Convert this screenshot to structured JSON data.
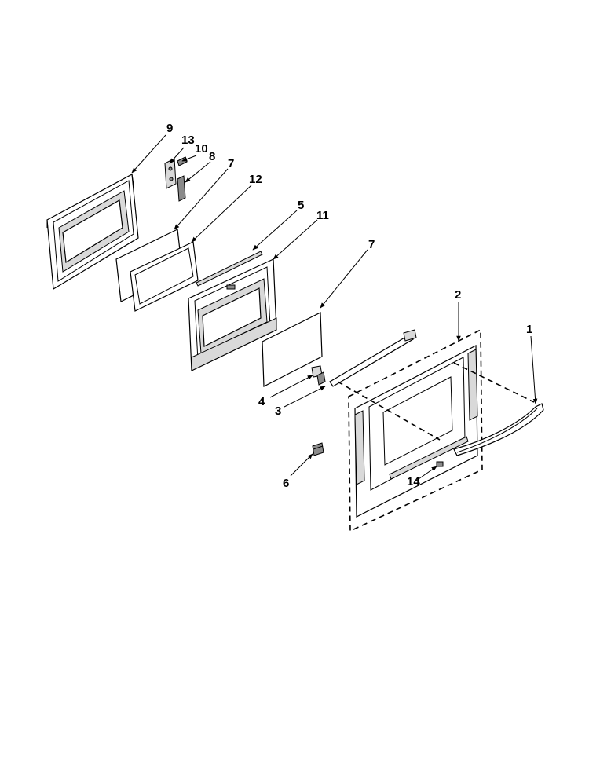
{
  "callouts": [
    {
      "id": "9",
      "label": "9"
    },
    {
      "id": "13",
      "label": "13"
    },
    {
      "id": "10",
      "label": "10"
    },
    {
      "id": "8",
      "label": "8"
    },
    {
      "id": "7a",
      "label": "7"
    },
    {
      "id": "12",
      "label": "12"
    },
    {
      "id": "5",
      "label": "5"
    },
    {
      "id": "11",
      "label": "11"
    },
    {
      "id": "7b",
      "label": "7"
    },
    {
      "id": "2",
      "label": "2"
    },
    {
      "id": "1",
      "label": "1"
    },
    {
      "id": "4",
      "label": "4"
    },
    {
      "id": "3",
      "label": "3"
    },
    {
      "id": "6",
      "label": "6"
    },
    {
      "id": "14",
      "label": "14"
    }
  ]
}
